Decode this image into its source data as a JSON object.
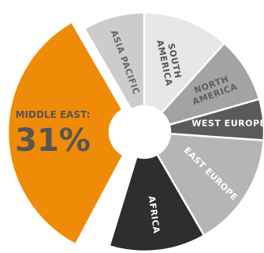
{
  "chart_data": {
    "type": "pie",
    "title": "",
    "legend": "none",
    "slices": [
      {
        "label": "SOUTH AMERICA",
        "lines": [
          "SOUTH",
          "AMERICA"
        ],
        "color": "#e6e6e6",
        "text_color": "#555555"
      },
      {
        "label": "NORTH AMERICA",
        "lines": [
          "NORTH",
          "AMERICA"
        ],
        "color": "#a3a3a3",
        "text_color": "#5e5e5e"
      },
      {
        "label": "WEST EUROPE",
        "lines": [
          "WEST EUROPE"
        ],
        "color": "#5a5a5a",
        "text_color": "#ffffff"
      },
      {
        "label": "EAST EUROPE",
        "lines": [
          "EAST EUROPE"
        ],
        "color": "#b5b5b5",
        "text_color": "#ffffff"
      },
      {
        "label": "AFRICA",
        "lines": [
          "AFRICA"
        ],
        "color": "#2e2e2e",
        "text_color": "#ffffff"
      },
      {
        "label": "MIDDLE EAST",
        "lines": [
          "MIDDLE EAST:"
        ],
        "value": 31,
        "value_text": "31%",
        "color": "#f08b07",
        "text_color": "#555555",
        "highlighted": true
      },
      {
        "label": "ASIA PACIFIC",
        "lines": [
          "ASIA PACIFIC"
        ],
        "color": "#cccccc",
        "text_color": "#666666"
      }
    ]
  }
}
